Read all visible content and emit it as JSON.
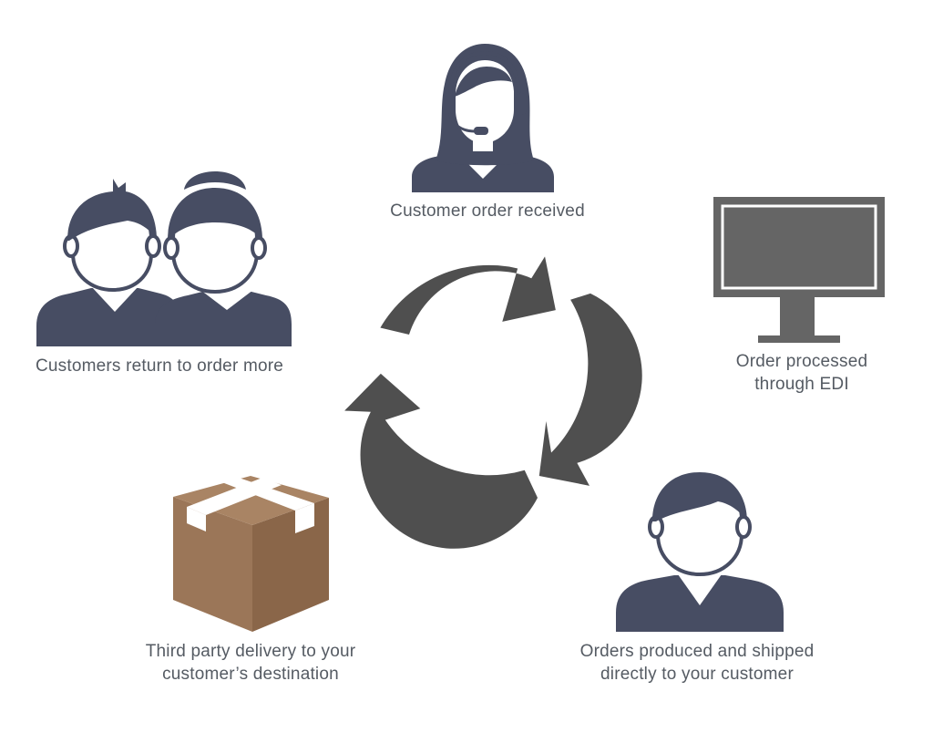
{
  "diagram": {
    "colors": {
      "icon_fill": "#474d63",
      "cycle_arrows": "#4f4f4f",
      "monitor": "#656565",
      "box_front": "#9b7658",
      "box_side": "#8a6649",
      "box_top": "#a98464",
      "tape": "#ffffff",
      "caption_text": "#555b63"
    },
    "center": {
      "icon": "cycle-arrows-icon"
    },
    "steps": [
      {
        "id": "receive",
        "icon": "headset-agent-icon",
        "lines": [
          "Customer order received"
        ]
      },
      {
        "id": "process",
        "icon": "monitor-icon",
        "lines": [
          "Order processed",
          "through EDI"
        ]
      },
      {
        "id": "ship",
        "icon": "person-icon",
        "lines": [
          "Orders produced and shipped",
          "directly to your customer"
        ]
      },
      {
        "id": "deliver",
        "icon": "package-box-icon",
        "lines": [
          "Third party delivery to your",
          "customer’s destination"
        ]
      },
      {
        "id": "return",
        "icon": "customers-couple-icon",
        "lines": [
          "Customers return to order more"
        ]
      }
    ]
  }
}
